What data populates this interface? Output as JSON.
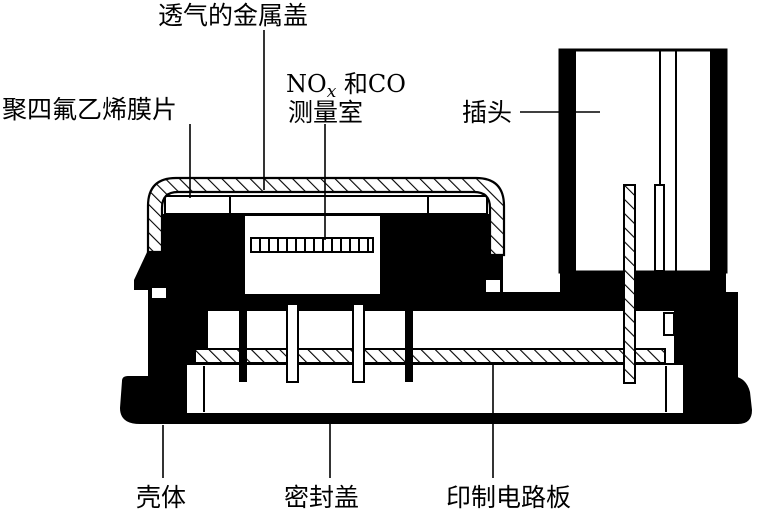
{
  "labels": {
    "gas_permeable_metal_cap": "透气的金属盖",
    "ptfe_membrane": "聚四氟乙烯膜片",
    "measurement_chamber_line1_no": "NO",
    "measurement_chamber_line1_sub": "x",
    "measurement_chamber_line1_rest": " 和CO",
    "measurement_chamber_line2": "测量室",
    "plug": "插头",
    "housing": "壳体",
    "sealing_cover": "密封盖",
    "pcb": "印制电路板"
  },
  "colors": {
    "ink": "#000000",
    "paper": "#ffffff"
  }
}
